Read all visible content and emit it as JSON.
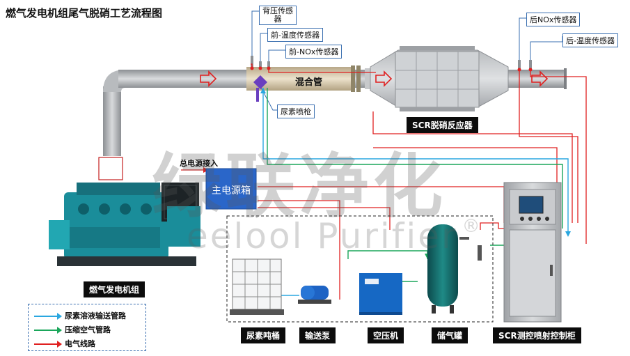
{
  "title": "燃气发电机组尾气脱硝工艺流程图",
  "sensors": {
    "back_pressure": "背压传感器",
    "front_temp": "前-温度传感器",
    "front_nox": "前-NOx传感器",
    "rear_nox": "后NOx传感器",
    "rear_temp": "后-温度传感器"
  },
  "mixing_pipe": "混合管",
  "urea_gun": "尿素喷枪",
  "scr_reactor": "SCR脱硝反应器",
  "main_power_inlet": "总电源接入",
  "main_power_box": "主电源箱",
  "watermark": "绿联净化",
  "watermark_en": "eelool Purifier",
  "registered": "®",
  "equipment": {
    "generator": "燃气发电机组",
    "urea_tank": "尿素吨桶",
    "pump": "输送泵",
    "compressor": "空压机",
    "air_tank": "储气罐",
    "control_cabinet": "SCR测控喷射控制柜"
  },
  "legend": {
    "urea_line": "尿素溶液输送管路",
    "air_line": "压缩空气管路",
    "electric_line": "电气线路"
  },
  "colors": {
    "urea_line": "#2aa7e0",
    "air_line": "#1aa65a",
    "electric_line": "#e02020",
    "flow_arrow": "#e02020",
    "pipe": "#a9acb0",
    "power_box": "#2a66c9",
    "label_bg": "#0c0c0c"
  },
  "icons": [
    "flow-arrow-icon",
    "urea-gun-icon"
  ]
}
